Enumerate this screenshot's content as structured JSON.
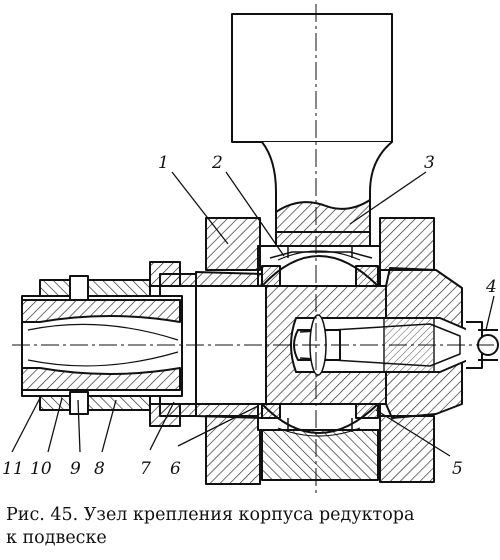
{
  "figure": {
    "callouts": [
      "1",
      "2",
      "3",
      "4",
      "5",
      "6",
      "7",
      "8",
      "9",
      "10",
      "11"
    ]
  },
  "caption": {
    "line1": "Рис. 45. Узел крепления корпуса редуктора",
    "line2": "к подвеске"
  }
}
